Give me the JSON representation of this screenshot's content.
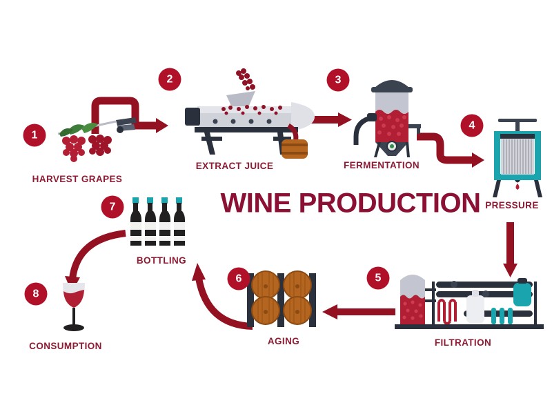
{
  "title": "WINE PRODUCTION",
  "colors": {
    "background": "#ffffff",
    "badge_fill": "#b01129",
    "badge_text": "#ffffff",
    "label_text": "#8d1b33",
    "title_text": "#8c1034",
    "arrow": "#941122",
    "grape_red": "#b21e34",
    "grape_leaf": "#3f7d3a",
    "machine_gray": "#b9bcc6",
    "machine_dark": "#3b4250",
    "barrel_wood": "#b4651f",
    "teal": "#1aa5ae",
    "wine_red": "#b01f33",
    "bottle_dark": "#221f20"
  },
  "steps": [
    {
      "number": "1",
      "label": "HARVEST GRAPES",
      "icon": "grapes-with-shears-icon"
    },
    {
      "number": "2",
      "label": "EXTRACT JUICE",
      "icon": "crusher-destemmer-icon"
    },
    {
      "number": "3",
      "label": "FERMENTATION",
      "icon": "fermentation-tank-icon"
    },
    {
      "number": "4",
      "label": "PRESSURE",
      "icon": "wine-press-icon"
    },
    {
      "number": "5",
      "label": "FILTRATION",
      "icon": "filtration-system-icon"
    },
    {
      "number": "6",
      "label": "AGING",
      "icon": "oak-barrels-icon"
    },
    {
      "number": "7",
      "label": "BOTTLING",
      "icon": "wine-bottles-icon"
    },
    {
      "number": "8",
      "label": "CONSUMPTION",
      "icon": "wine-glass-icon"
    }
  ],
  "connectors": [
    {
      "name": "arrow-1-to-2",
      "shape": "stepped-up-right"
    },
    {
      "name": "arrow-2-to-3",
      "shape": "straight-right"
    },
    {
      "name": "arrow-3-to-4",
      "shape": "stepped-down-right"
    },
    {
      "name": "arrow-4-to-5",
      "shape": "straight-down"
    },
    {
      "name": "arrow-5-to-6",
      "shape": "straight-left"
    },
    {
      "name": "arrow-6-to-7",
      "shape": "curve-up-left"
    },
    {
      "name": "arrow-7-to-8",
      "shape": "curve-down-left"
    }
  ]
}
